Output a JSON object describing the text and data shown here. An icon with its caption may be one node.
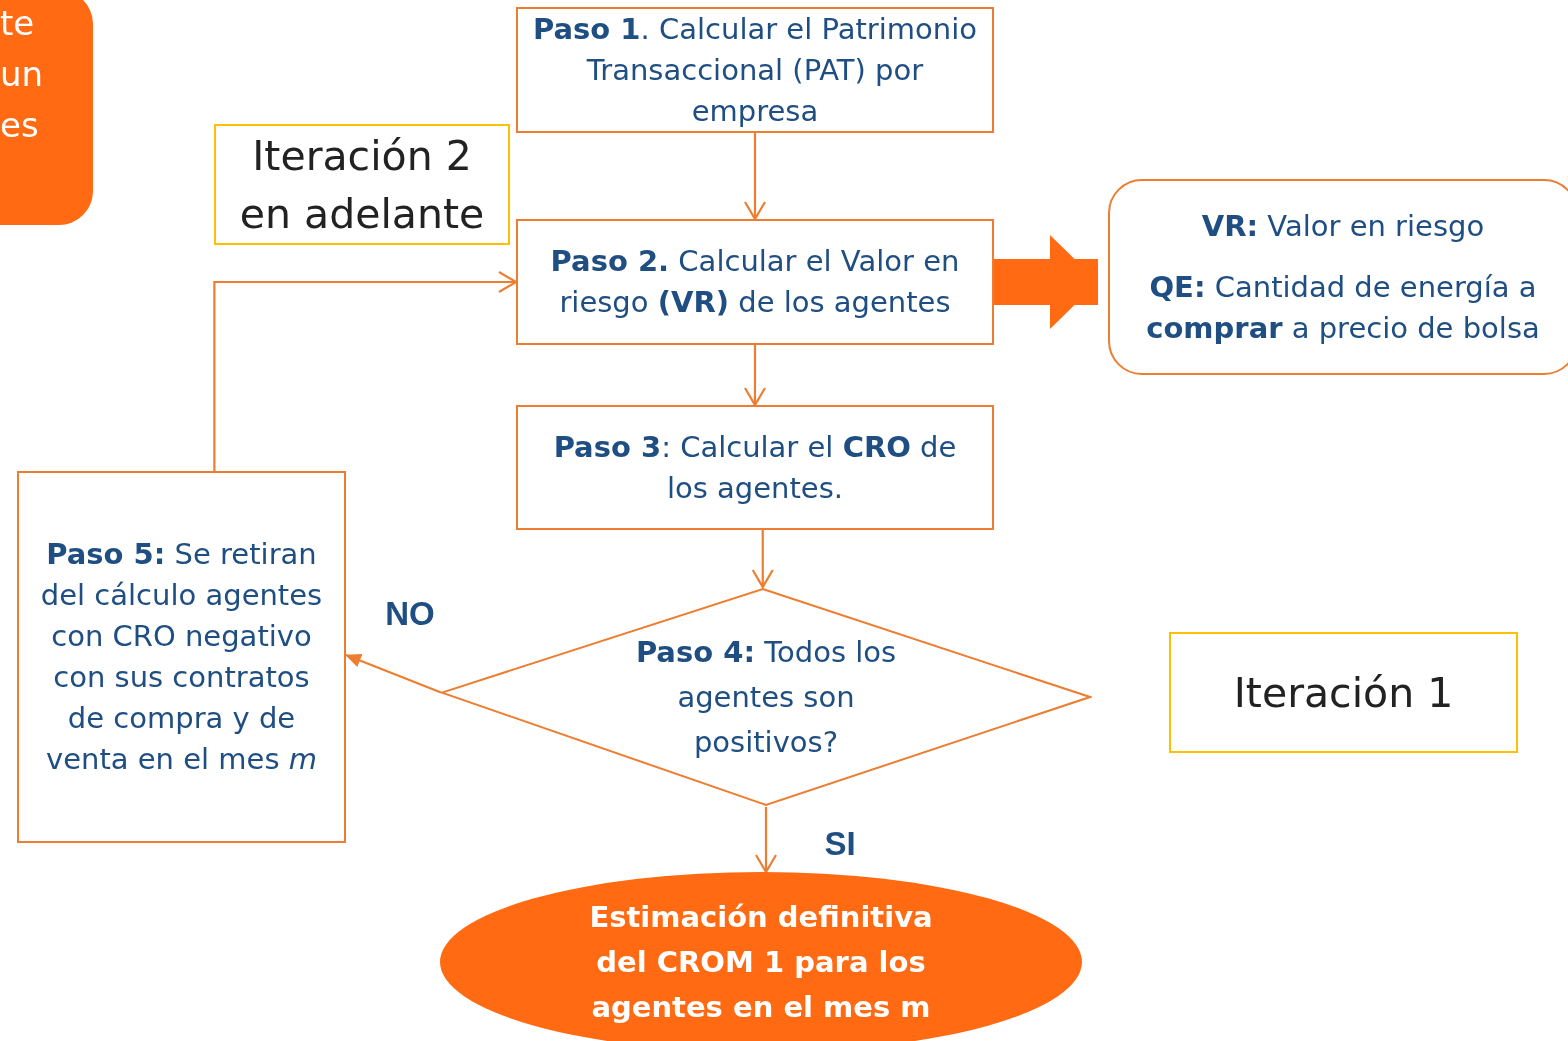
{
  "diagram": {
    "nodes": [
      {
        "text": [
          "te un es"
        ]
      },
      {
        "text": [
          "**Paso 1**. Calcular el Patrimonio Transaccional (PAT) por empresa"
        ]
      },
      {
        "text": [
          "Iteración 2 en adelante"
        ]
      },
      {
        "text": [
          "**Paso 2.** Calcular el Valor en riesgo  **(VR)** de los agentes"
        ]
      },
      {
        "text": [
          "**VR:** Valor en riesgo",
          "**QE:** Cantidad de energía a **comprar** a precio de bolsa"
        ]
      },
      {
        "text": [
          "**Paso 3**: Calcular el **CRO** de los agentes."
        ]
      },
      {
        "text": [
          "**Paso 5:** Se retiran del cálculo agentes con CRO negativo con sus contratos de compra y de venta en el mes *m*"
        ]
      },
      {
        "text": [
          "**Paso 4:** Todos los agentes son positivos?"
        ]
      },
      {
        "text": [
          "Iteración 1"
        ]
      },
      {
        "text": [
          "Estimación  definitiva del CROM 1 para los agentes en el mes m"
        ]
      }
    ],
    "edges": [
      {
        "from": 1,
        "to": 3,
        "arrow": "to"
      },
      {
        "from": 3,
        "to": 4,
        "arrow": "to",
        "style": "thick",
        "color": "#ff6a13"
      },
      {
        "from": 3,
        "to": 5,
        "arrow": "to"
      },
      {
        "from": 5,
        "to": 7,
        "arrow": "to"
      },
      {
        "from": 7,
        "to": 6,
        "arrow": "to",
        "label": "NO"
      },
      {
        "from": 6,
        "to": 3,
        "arrow": "to"
      },
      {
        "from": 7,
        "to": 9,
        "arrow": "to",
        "label": "SI"
      }
    ]
  }
}
